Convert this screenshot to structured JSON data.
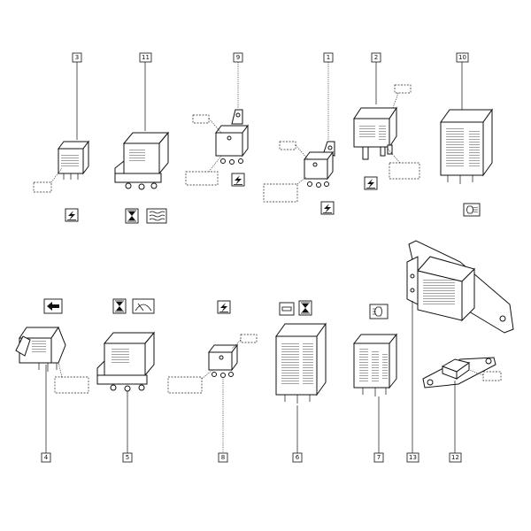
{
  "callouts": [
    {
      "id": "c3",
      "label": "3"
    },
    {
      "id": "c11",
      "label": "11"
    },
    {
      "id": "c9",
      "label": "9"
    },
    {
      "id": "c1",
      "label": "1"
    },
    {
      "id": "c2",
      "label": "2"
    },
    {
      "id": "c10",
      "label": "10"
    },
    {
      "id": "c4",
      "label": "4"
    },
    {
      "id": "c5",
      "label": "5"
    },
    {
      "id": "c8",
      "label": "8"
    },
    {
      "id": "c6",
      "label": "6"
    },
    {
      "id": "c7",
      "label": "7"
    },
    {
      "id": "c13",
      "label": "13"
    },
    {
      "id": "c12",
      "label": "12"
    }
  ],
  "symbols": {
    "lightning": "lightning-icon",
    "hourglass": "hourglass-icon",
    "rear_defrost": "rear-defrost-icon",
    "headlamp_washer": "headlamp-washer-icon",
    "turn_signal": "turn-signal-arrow-icon",
    "wiper": "wiper-icon",
    "headlamp": "headlamp-icon",
    "window": "window-icon"
  },
  "colors": {
    "ink": "#111111",
    "paper": "#ffffff"
  }
}
